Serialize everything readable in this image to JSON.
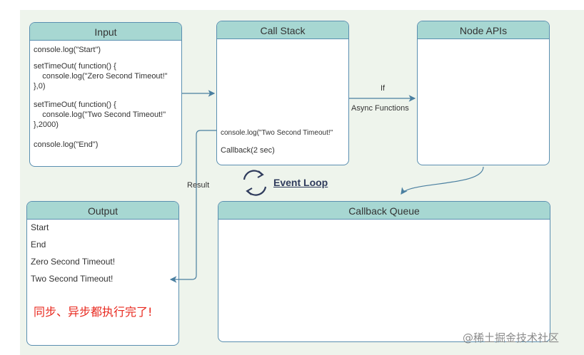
{
  "input": {
    "title": "Input",
    "code_blocks": [
      "console.log(\"Start\")",
      "setTimeOut( function() {\n    console.log(\"Zero Second Timeout!\"\n},0)",
      "setTimeOut( function() {\n    console.log(\"Two Second Timeout!\"\n},2000)",
      "console.log(\"End\")"
    ]
  },
  "call_stack": {
    "title": "Call Stack",
    "entries": [
      "console.log(\"Two Second Timeout!\"",
      "Callback(2 sec)"
    ]
  },
  "node_apis": {
    "title": "Node APIs"
  },
  "arrow_labels": {
    "if": "If",
    "async": "Async Functions",
    "result": "Result"
  },
  "event_loop": {
    "label": "Event Loop",
    "icon": "refresh-cycle-icon"
  },
  "output": {
    "title": "Output",
    "lines": [
      "Start",
      "End",
      "Zero Second Timeout!",
      "Two Second Timeout!"
    ],
    "conclusion": "同步、异步都执行完了!"
  },
  "callback_queue": {
    "title": "Callback Queue"
  },
  "watermark": "@稀土掘金技术社区",
  "colors": {
    "header": "#a7d7d2",
    "border": "#5a8fb0",
    "background": "#eef4ec",
    "conclusion": "#e8281e"
  }
}
